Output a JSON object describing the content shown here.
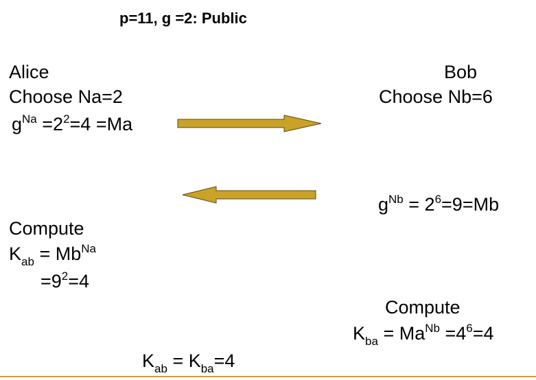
{
  "header": {
    "text": "p=11, g =2: Public"
  },
  "alice": {
    "name": "Alice",
    "choose": "Choose Na=2",
    "exp_g": "g",
    "exp_na": "Na",
    "exp_mid": " =2",
    "exp_two": "2",
    "exp_tail": "=4 =Ma",
    "compute": "Compute",
    "k_base": "K",
    "k_sub": "ab",
    "k_eq": " = Mb",
    "k_sup": "Na",
    "res_a": "=9",
    "res_sup": "2",
    "res_b": "=4"
  },
  "bob": {
    "name": "Bob",
    "choose": "Choose Nb=6",
    "exp_g": "g",
    "exp_nb": "Nb",
    "exp_mid": " = 2",
    "exp_six": "6",
    "exp_tail": "=9=Mb",
    "compute": "Compute",
    "k_base": "K",
    "k_sub": "ba",
    "k_eq": " = Ma",
    "k_sup": "Nb",
    "k_mid": " =4",
    "k_six": "6",
    "k_tail": "=4"
  },
  "result": {
    "k1": "K",
    "k1_sub": "ab",
    "eq": " = K",
    "k2_sub": "ba",
    "tail": "=4"
  },
  "colors": {
    "arrow_fill": "#c9a227",
    "arrow_stroke": "#5a4a10",
    "rule": "#d4a017"
  }
}
